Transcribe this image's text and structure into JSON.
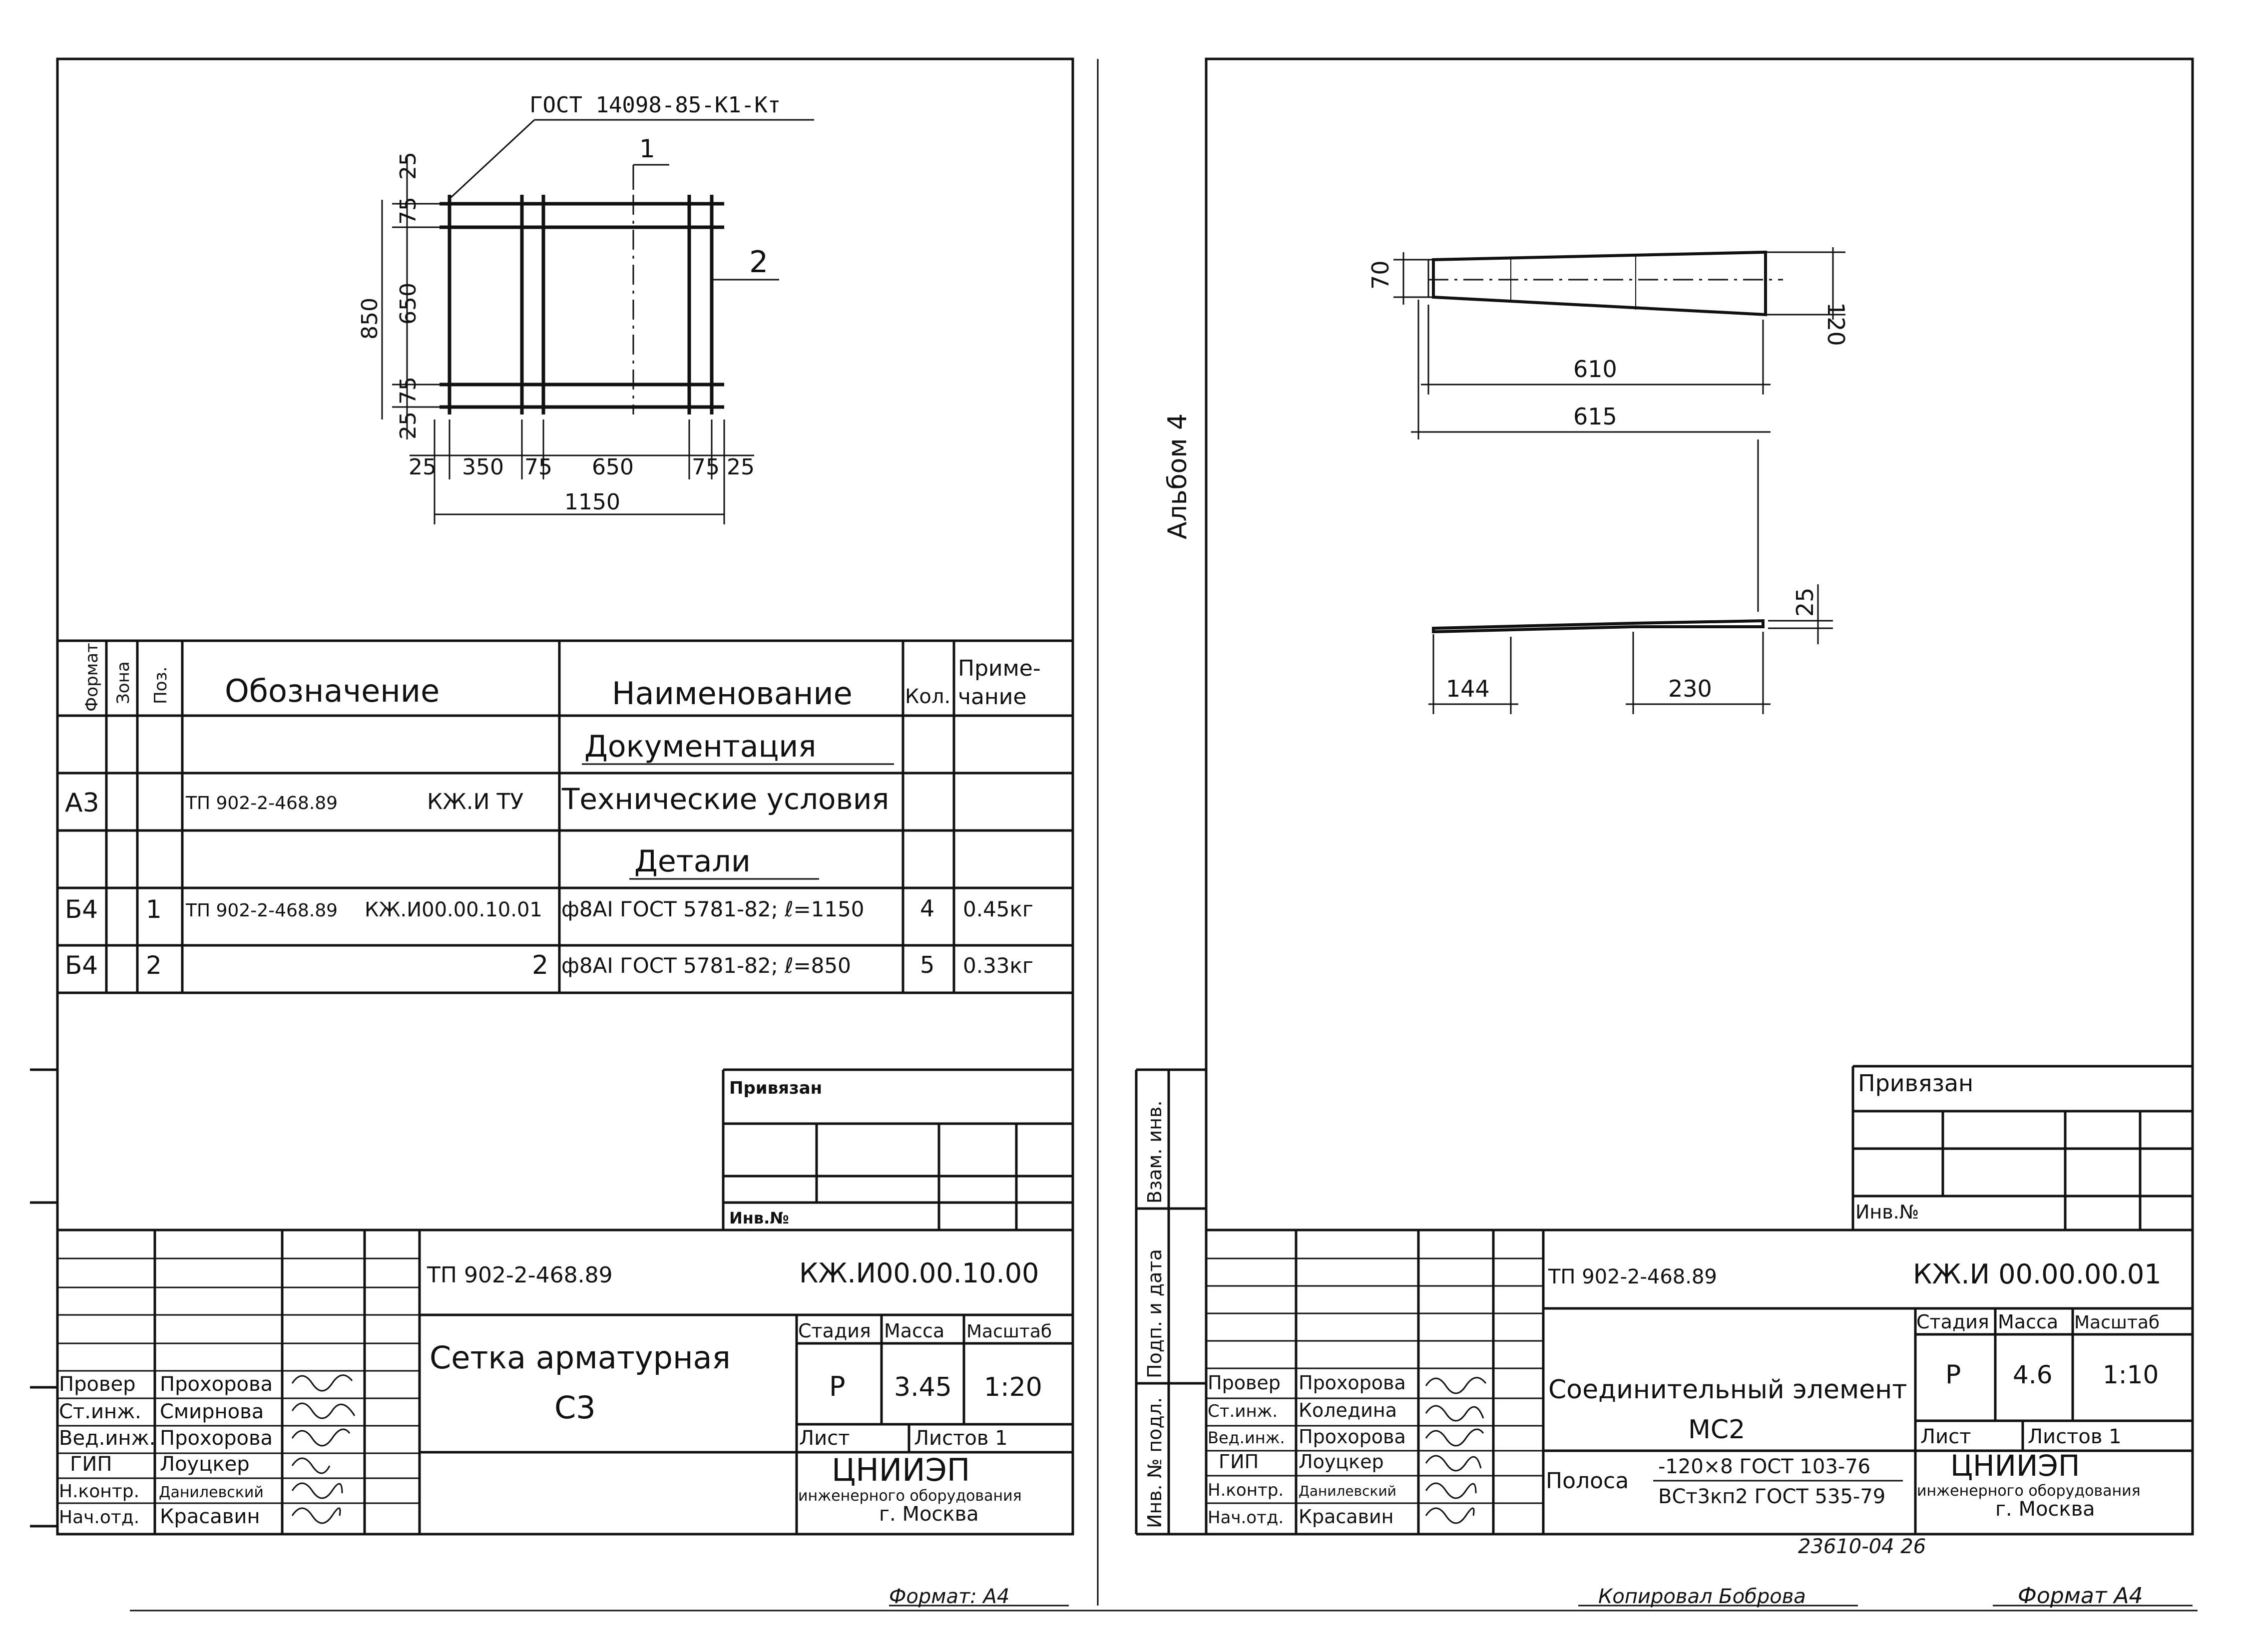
{
  "left_sheet": {
    "drawing": {
      "gost_label": "ГОСТ 14098-85-К1-Кт",
      "pos1": "1",
      "pos2": "2",
      "dim_left": [
        "25",
        "75",
        "650",
        "75",
        "25"
      ],
      "dim_total_height": "850",
      "dim_bottom": [
        "25",
        "350",
        "75",
        "650",
        "75",
        "25"
      ],
      "dim_total_width": "1150"
    },
    "spec_table": {
      "headers": [
        "Формат",
        "Зона",
        "Поз.",
        "Обозначение",
        "Наименование",
        "Кол.",
        "Приме-\nчание"
      ],
      "section_documentation": "Документация",
      "section_details": "Детали",
      "rows": [
        {
          "format": "А3",
          "zone": "",
          "pos": "",
          "code1": "ТП 902-2-468.89",
          "code2": "КЖ.И ТУ",
          "name": "Технические условия",
          "qty": "",
          "note": ""
        },
        {
          "format": "Б4",
          "zone": "",
          "pos": "1",
          "code1": "ТП 902-2-468.89",
          "code2": "КЖ.И00.00.10.01",
          "name": "ф8АI ГОСТ 5781-82; ℓ=1150",
          "qty": "4",
          "note": "0.45кг"
        },
        {
          "format": "Б4",
          "zone": "",
          "pos": "2",
          "code1": "",
          "code2": "2",
          "name": "ф8АI ГОСТ 5781-82; ℓ=850",
          "qty": "5",
          "note": "0.33кг"
        }
      ]
    },
    "privyazan": "Привязан",
    "inv_no": "Инв.№",
    "title_block": {
      "project": "ТП 902-2-468.89",
      "doc_code": "КЖ.И00.00.10.00",
      "title": "Сетка арматурная",
      "subtitle": "С3",
      "stage_h": "Стадия",
      "mass_h": "Масса",
      "scale_h": "Масштаб",
      "stage": "Р",
      "mass": "3.45",
      "scale": "1:20",
      "sheet": "Лист",
      "sheets": "Листов 1",
      "org": "ЦНИИЭП",
      "org_sub": "инженерного оборудования",
      "city": "г. Москва",
      "people": [
        {
          "role": "Провер",
          "name": "Прохорова"
        },
        {
          "role": "Ст.инж.",
          "name": "Смирнова"
        },
        {
          "role": "Вед.инж.",
          "name": "Прохорова"
        },
        {
          "role": "ГИП",
          "name": "Лоуцкер"
        },
        {
          "role": "Н.контр.",
          "name": "Данилевский"
        },
        {
          "role": "Нач.отд.",
          "name": "Красавин"
        }
      ]
    },
    "format": "Формат: А4"
  },
  "right_sheet": {
    "album": "Альбом 4",
    "drawing": {
      "dim_70": "70",
      "dim_120": "120",
      "dim_610": "610",
      "dim_615": "615",
      "dim_25": "25",
      "dim_144": "144",
      "dim_230": "230"
    },
    "side_labels": [
      "Инв. № подл.",
      "Подп. и дата",
      "Взам. инв."
    ],
    "privyazan": "Привязан",
    "inv_no": "Инв.№",
    "title_block": {
      "project": "ТП 902-2-468.89",
      "doc_code": "КЖ.И 00.00.00.01",
      "title": "Соединительный элемент",
      "subtitle": "МС2",
      "material_prefix": "Полоса",
      "material_top": "-120×8 ГОСТ 103-76",
      "material_bottom": "ВСт3кп2 ГОСТ 535-79",
      "stage_h": "Стадия",
      "mass_h": "Масса",
      "scale_h": "Масштаб",
      "stage": "Р",
      "mass": "4.6",
      "scale": "1:10",
      "sheet": "Лист",
      "sheets": "Листов 1",
      "org": "ЦНИИЭП",
      "org_sub": "инженерного оборудования",
      "city": "г. Москва",
      "people": [
        {
          "role": "Провер",
          "name": "Прохорова"
        },
        {
          "role": "Ст.инж.",
          "name": "Коледина"
        },
        {
          "role": "Вед.инж.",
          "name": "Прохорова"
        },
        {
          "role": "ГИП",
          "name": "Лоуцкер"
        },
        {
          "role": "Н.контр.",
          "name": "Данилевский"
        },
        {
          "role": "Нач.отд.",
          "name": "Красавин"
        }
      ]
    },
    "stamp_number": "23610-04  26",
    "copied_by": "Копировал Боброва",
    "format": "Формат А4"
  }
}
